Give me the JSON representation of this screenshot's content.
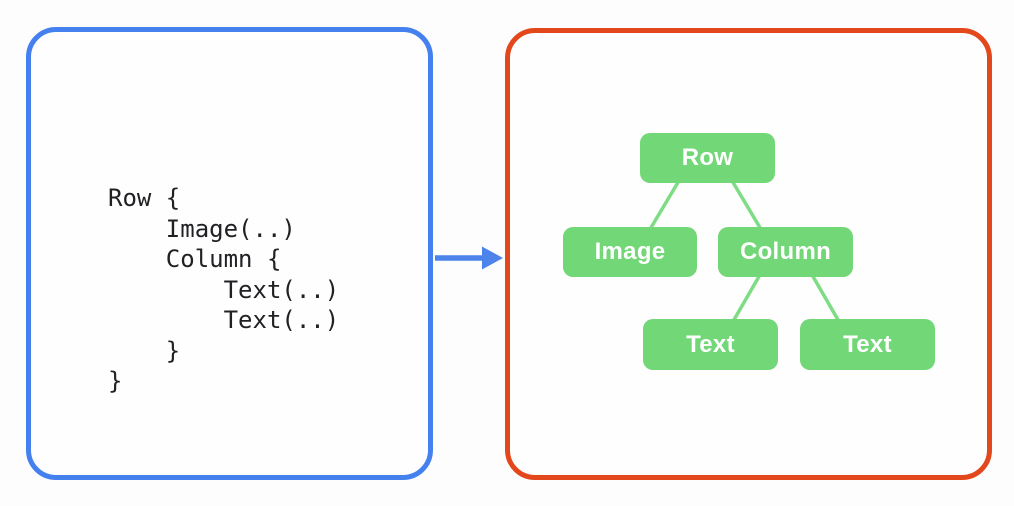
{
  "colors": {
    "code_panel_border": "#4481ee",
    "tree_panel_border": "#e2481b",
    "node_fill": "#72d776",
    "edge_stroke": "#7edc84",
    "arrow_blue": "#4c84ec",
    "code_text": "#202124",
    "node_text": "#ffffff"
  },
  "code_panel": {
    "lines": [
      "Row {",
      "    Image(..)",
      "    Column {",
      "        Text(..)",
      "        Text(..)",
      "    }",
      "}"
    ]
  },
  "tree_panel": {
    "nodes": [
      {
        "id": "row",
        "label": "Row"
      },
      {
        "id": "image",
        "label": "Image"
      },
      {
        "id": "column",
        "label": "Column"
      },
      {
        "id": "text-1",
        "label": "Text"
      },
      {
        "id": "text-2",
        "label": "Text"
      }
    ],
    "edges": [
      {
        "from": "row",
        "to": "image"
      },
      {
        "from": "row",
        "to": "column"
      },
      {
        "from": "column",
        "to": "text-1"
      },
      {
        "from": "column",
        "to": "text-2"
      }
    ]
  }
}
